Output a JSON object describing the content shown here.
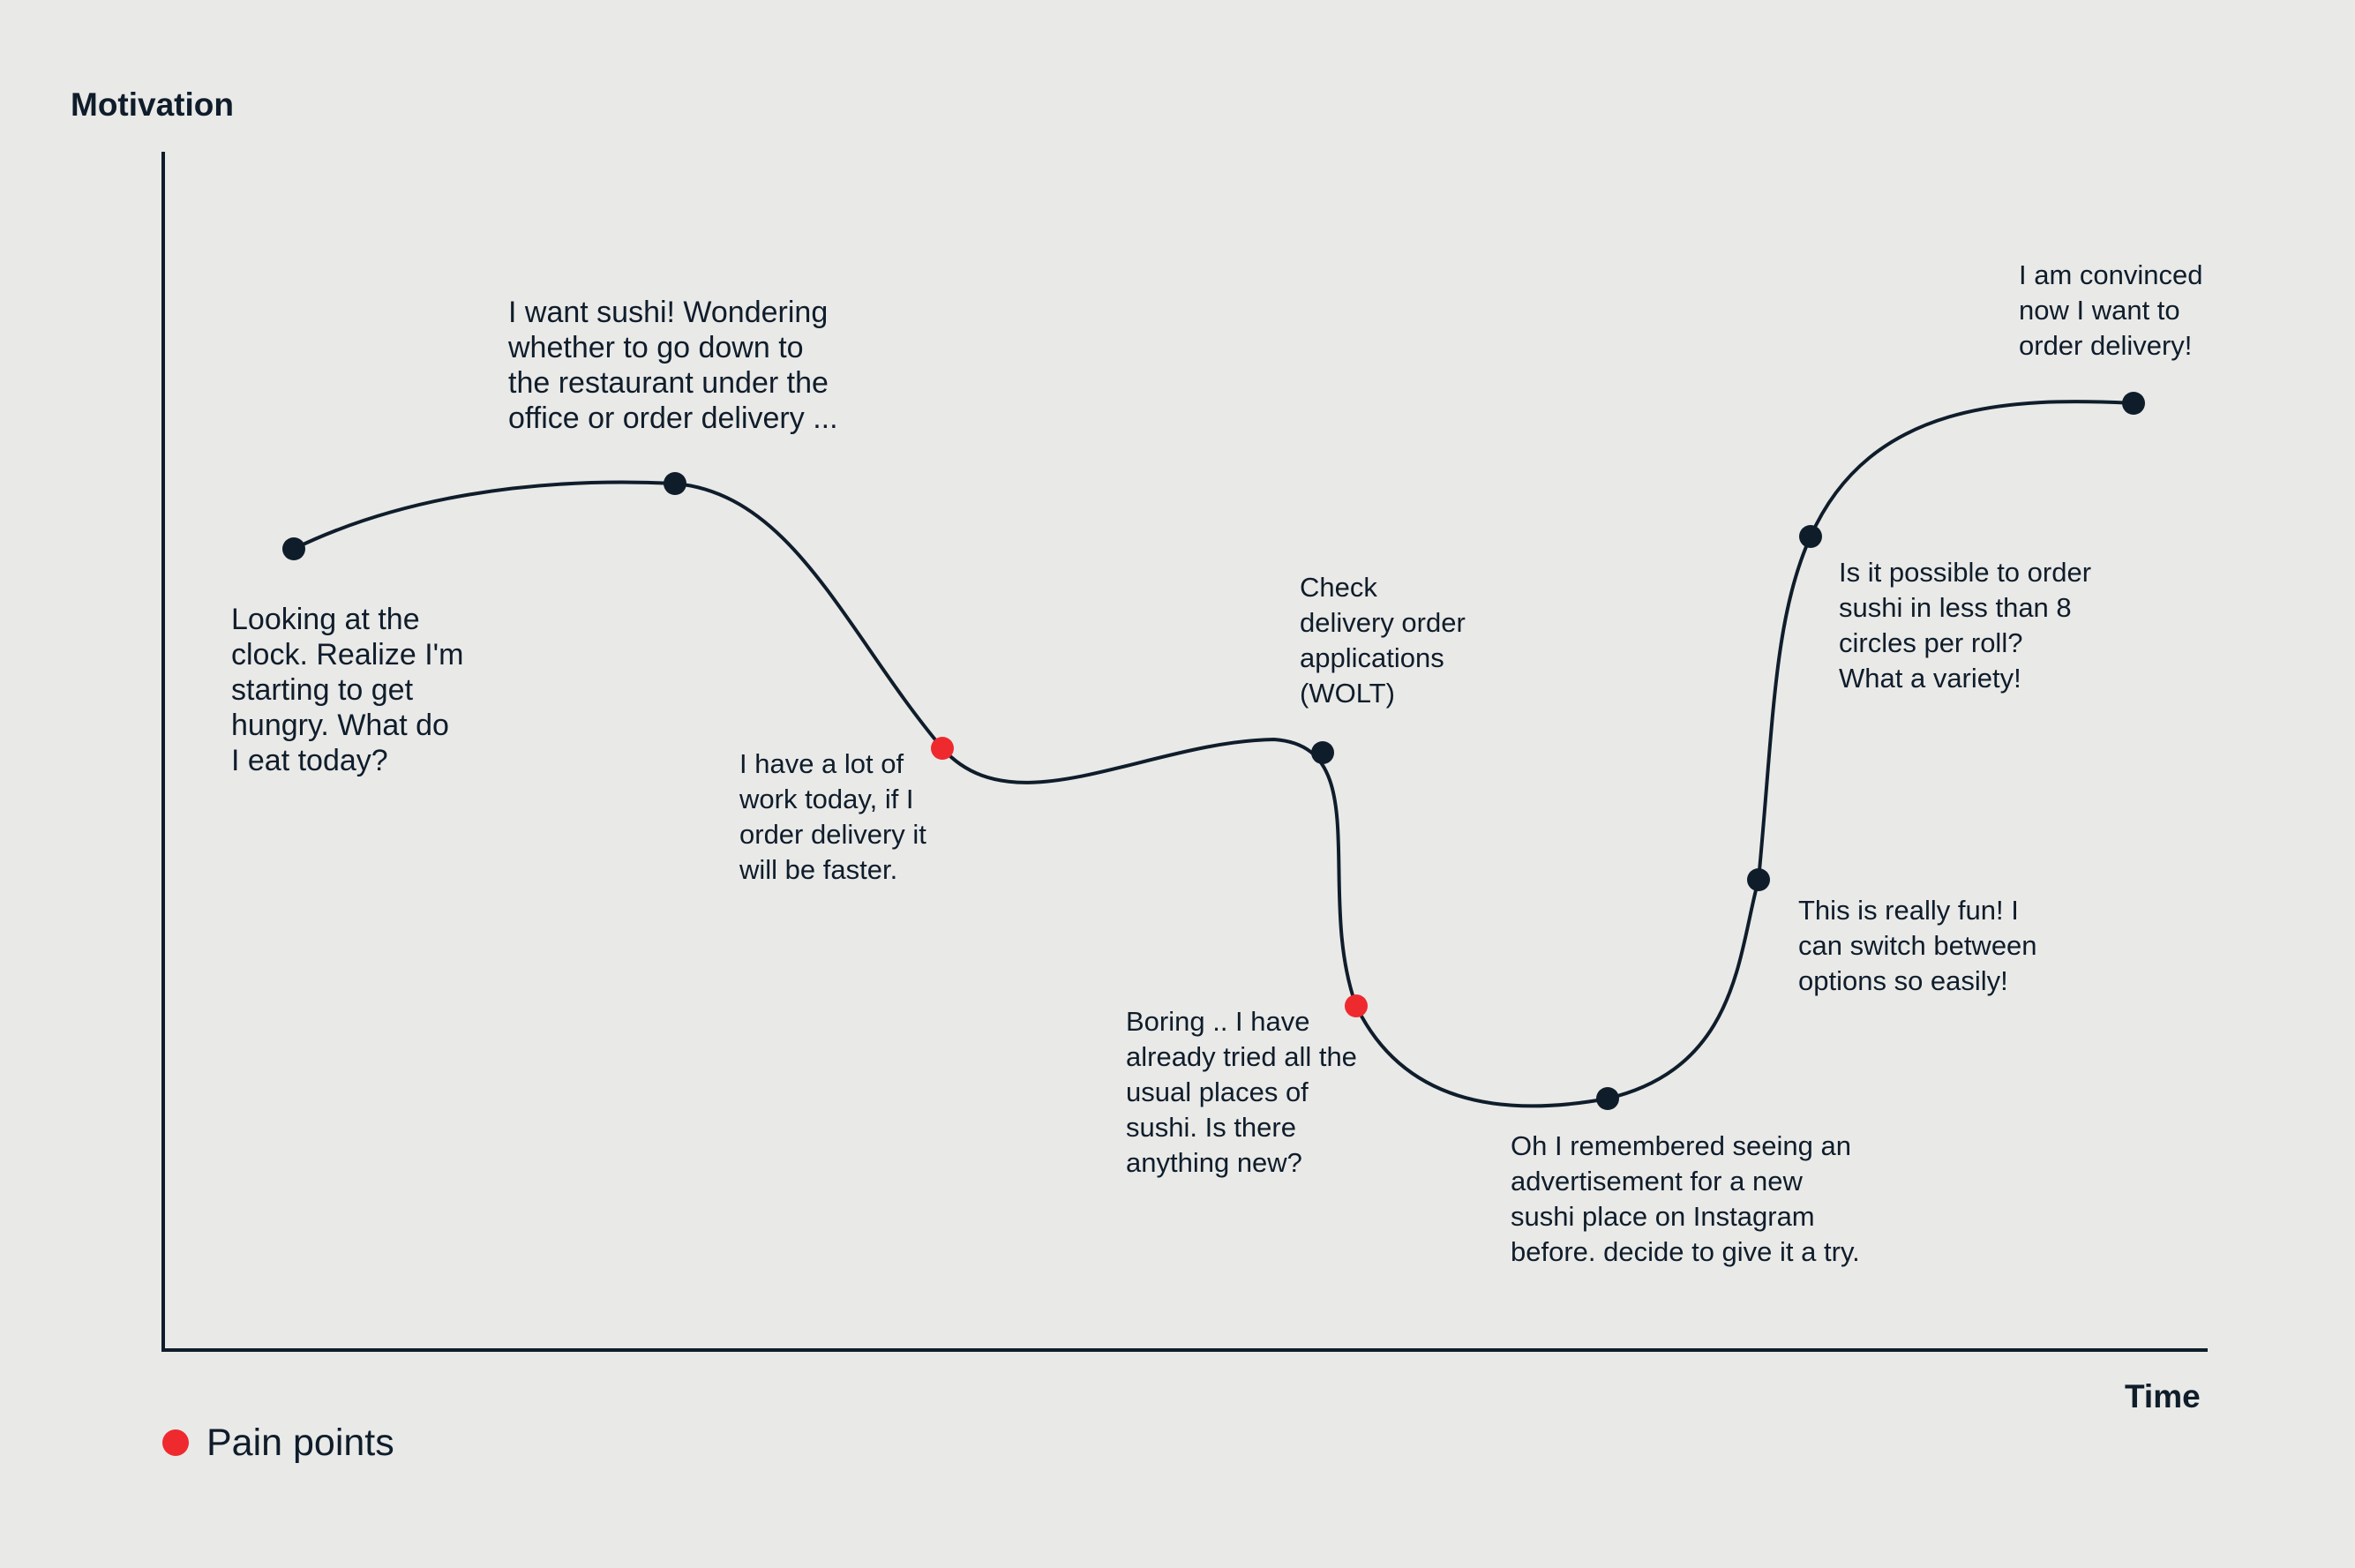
{
  "axes": {
    "y_label": "Motivation",
    "x_label": "Time"
  },
  "colors": {
    "background": "#e9e9e7",
    "line": "#0f1d2b",
    "point": "#0f1d2b",
    "pain_point": "#ee2a2e"
  },
  "legend": {
    "pain_points_label": "Pain points"
  },
  "steps": [
    {
      "id": "step-1",
      "pain": false,
      "text": "Looking at the\nclock. Realize I'm\nstarting to get\nhungry. What do\nI eat today?"
    },
    {
      "id": "step-2",
      "pain": false,
      "text": "I want sushi! Wondering\nwhether to go down to\nthe restaurant under the\noffice or order delivery ..."
    },
    {
      "id": "step-3",
      "pain": true,
      "text": "I have a lot of\nwork today, if I\norder delivery it\nwill be faster."
    },
    {
      "id": "step-4",
      "pain": false,
      "text": "Check\ndelivery order\napplications\n(WOLT)"
    },
    {
      "id": "step-5",
      "pain": true,
      "text": "Boring .. I have\nalready tried all the\nusual places of\nsushi. Is there\nanything new?"
    },
    {
      "id": "step-6",
      "pain": false,
      "text": "Oh I remembered seeing an\nadvertisement for a new\nsushi place on Instagram\nbefore. decide to give it a try."
    },
    {
      "id": "step-7",
      "pain": false,
      "text": "This is really fun! I\ncan switch between\noptions so easily!"
    },
    {
      "id": "step-8",
      "pain": false,
      "text": "Is it possible to order\nsushi in less than 8\ncircles per roll?\nWhat a variety!"
    },
    {
      "id": "step-9",
      "pain": false,
      "text": "I am convinced\nnow I want to\norder delivery!"
    }
  ]
}
